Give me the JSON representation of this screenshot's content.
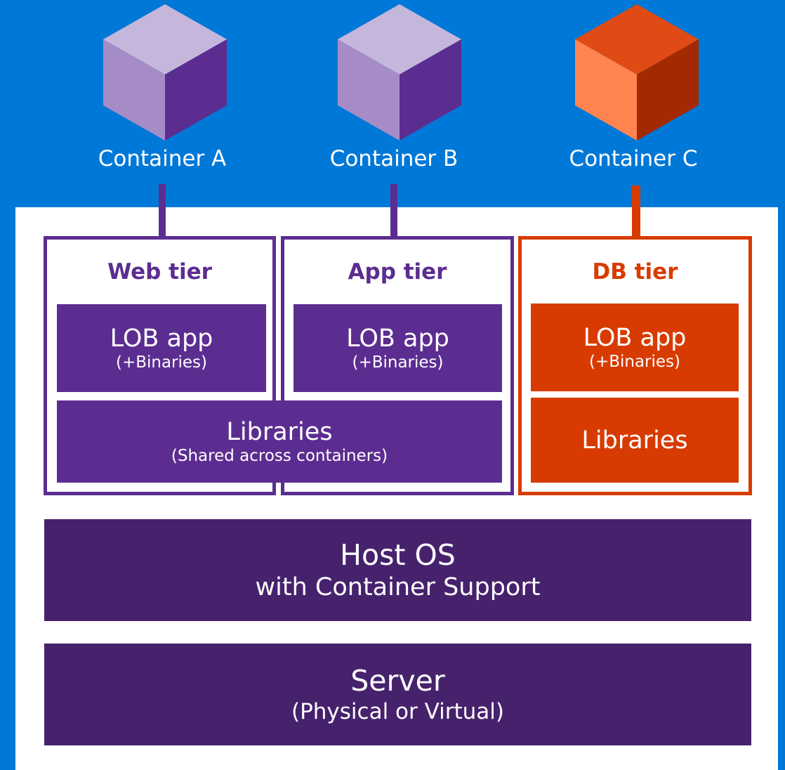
{
  "colors": {
    "background": "#0078d7",
    "panel": "#ffffff",
    "purple": "#5c2d91",
    "purple_dark": "#46226d",
    "orange": "#d83b01",
    "cube_purple_top": "#c5b6dc",
    "cube_purple_left": "#a68cc6",
    "cube_purple_right": "#5c2d91",
    "cube_orange_top": "#e04a14",
    "cube_orange_left": "#ff8450",
    "cube_orange_right": "#a32a00"
  },
  "containers": [
    {
      "label": "Container A",
      "icon": "cube-icon"
    },
    {
      "label": "Container B",
      "icon": "cube-icon"
    },
    {
      "label": "Container C",
      "icon": "cube-icon"
    }
  ],
  "tiers": {
    "web": {
      "title": "Web tier",
      "app": "LOB app",
      "binaries": "(+Binaries)"
    },
    "app": {
      "title": "App tier",
      "app": "LOB app",
      "binaries": "(+Binaries)"
    },
    "db": {
      "title": "DB tier",
      "app": "LOB app",
      "binaries": "(+Binaries)",
      "libraries": "Libraries"
    }
  },
  "shared_libraries": {
    "title": "Libraries",
    "subtitle": "(Shared across containers)"
  },
  "host_os": {
    "title": "Host OS",
    "subtitle": "with Container Support"
  },
  "server": {
    "title": "Server",
    "subtitle": "(Physical or Virtual)"
  }
}
